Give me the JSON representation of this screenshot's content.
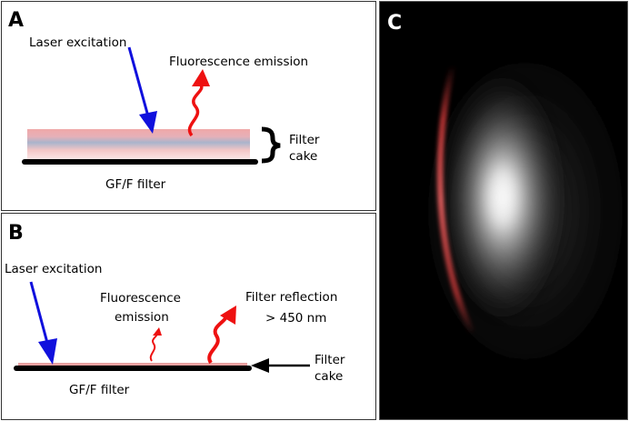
{
  "panels": {
    "a": {
      "letter": "A",
      "laser_label": "Laser excitation",
      "emission_label": "Fluorescence emission",
      "filter_cake_line1": "Filter",
      "filter_cake_line2": "cake",
      "filter_label": "GF/F filter"
    },
    "b": {
      "letter": "B",
      "laser_label": "Laser excitation",
      "emission_line1": "Fluorescence",
      "emission_line2": "emission",
      "reflection_line1": "Filter reflection",
      "reflection_line2": "> 450 nm",
      "filter_cake_line1": "Filter",
      "filter_cake_line2": "cake",
      "filter_label": "GF/F filter"
    },
    "c": {
      "letter": "C"
    }
  },
  "colors": {
    "laser": "#1010dd",
    "emission": "#ee1111",
    "filter": "#000000",
    "cake": "#e8a0a0"
  }
}
